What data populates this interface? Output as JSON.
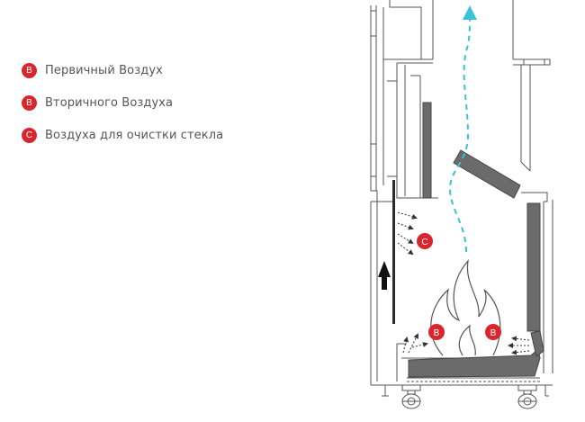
{
  "legend": [
    {
      "badge": "B",
      "label": "Первичный Воздух"
    },
    {
      "badge": "B",
      "label": "Вторичного Воздуха"
    },
    {
      "badge": "C",
      "label": "Воздуха для очистки стекла"
    }
  ],
  "markers": {
    "glass": "C",
    "left": "B",
    "right": "B"
  },
  "colors": {
    "badge": "#d9262c",
    "flue_path": "#3cc3d3",
    "line": "#555555",
    "baffle": "#666666"
  }
}
